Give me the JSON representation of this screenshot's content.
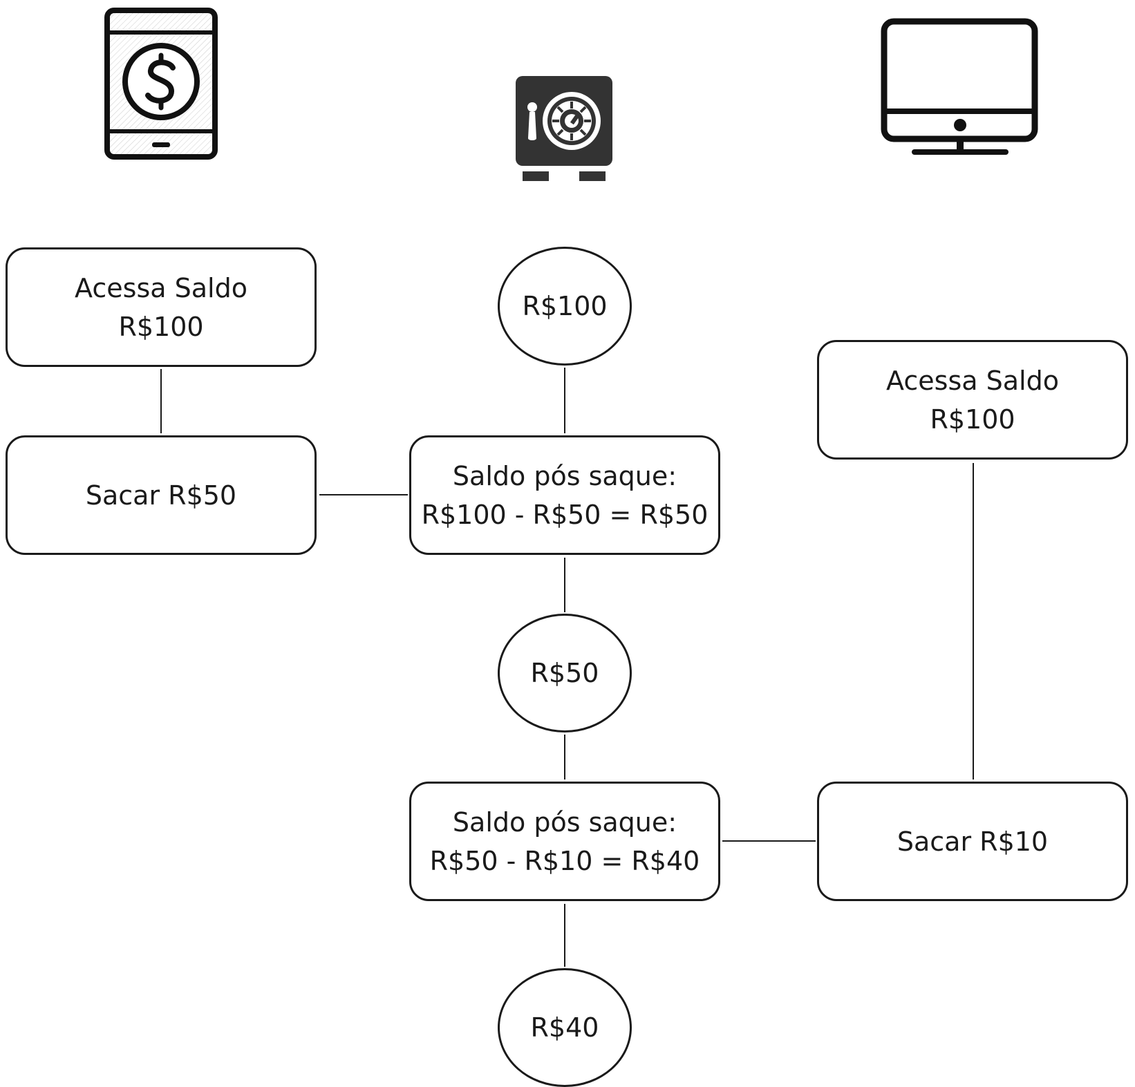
{
  "devices": {
    "left": "mobile-payment-icon",
    "center": "safe-icon",
    "right": "desktop-monitor-icon"
  },
  "left_flow": {
    "access": {
      "line1": "Acessa Saldo",
      "line2": "R$100"
    },
    "withdraw": {
      "label": "Sacar R$50"
    }
  },
  "center_flow": {
    "balance_start": "R$100",
    "after_first": {
      "line1": "Saldo pós saque:",
      "line2": "R$100 - R$50 = R$50"
    },
    "balance_mid": "R$50",
    "after_second": {
      "line1": "Saldo pós saque:",
      "line2": "R$50 - R$10 = R$40"
    },
    "balance_end": "R$40"
  },
  "right_flow": {
    "access": {
      "line1": "Acessa Saldo",
      "line2": "R$100"
    },
    "withdraw": {
      "label": "Sacar R$10"
    }
  }
}
